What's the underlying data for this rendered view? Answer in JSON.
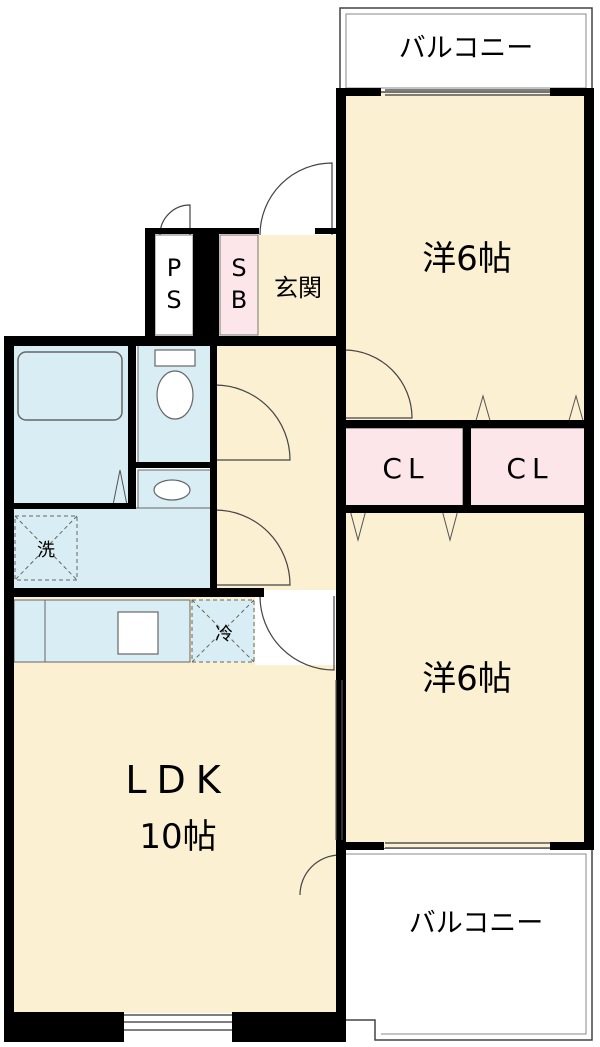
{
  "labels": {
    "balcony_top": "バルコニー",
    "balcony_bottom": "バルコニー",
    "western_room_1": "洋6帖",
    "western_room_2": "洋6帖",
    "closet_1": "CL",
    "closet_2": "CL",
    "ps_1": "P",
    "ps_2": "S",
    "sb_1": "S",
    "sb_2": "B",
    "entrance": "玄関",
    "washer": "洗",
    "fridge": "冷",
    "ldk_1": "LDK",
    "ldk_2": "10帖"
  },
  "colors": {
    "room_fill": "#fbf0d2",
    "wet_fill": "#d9eef4",
    "storage_fill": "#fde6ea",
    "wall": "#000000",
    "line": "#555555"
  }
}
